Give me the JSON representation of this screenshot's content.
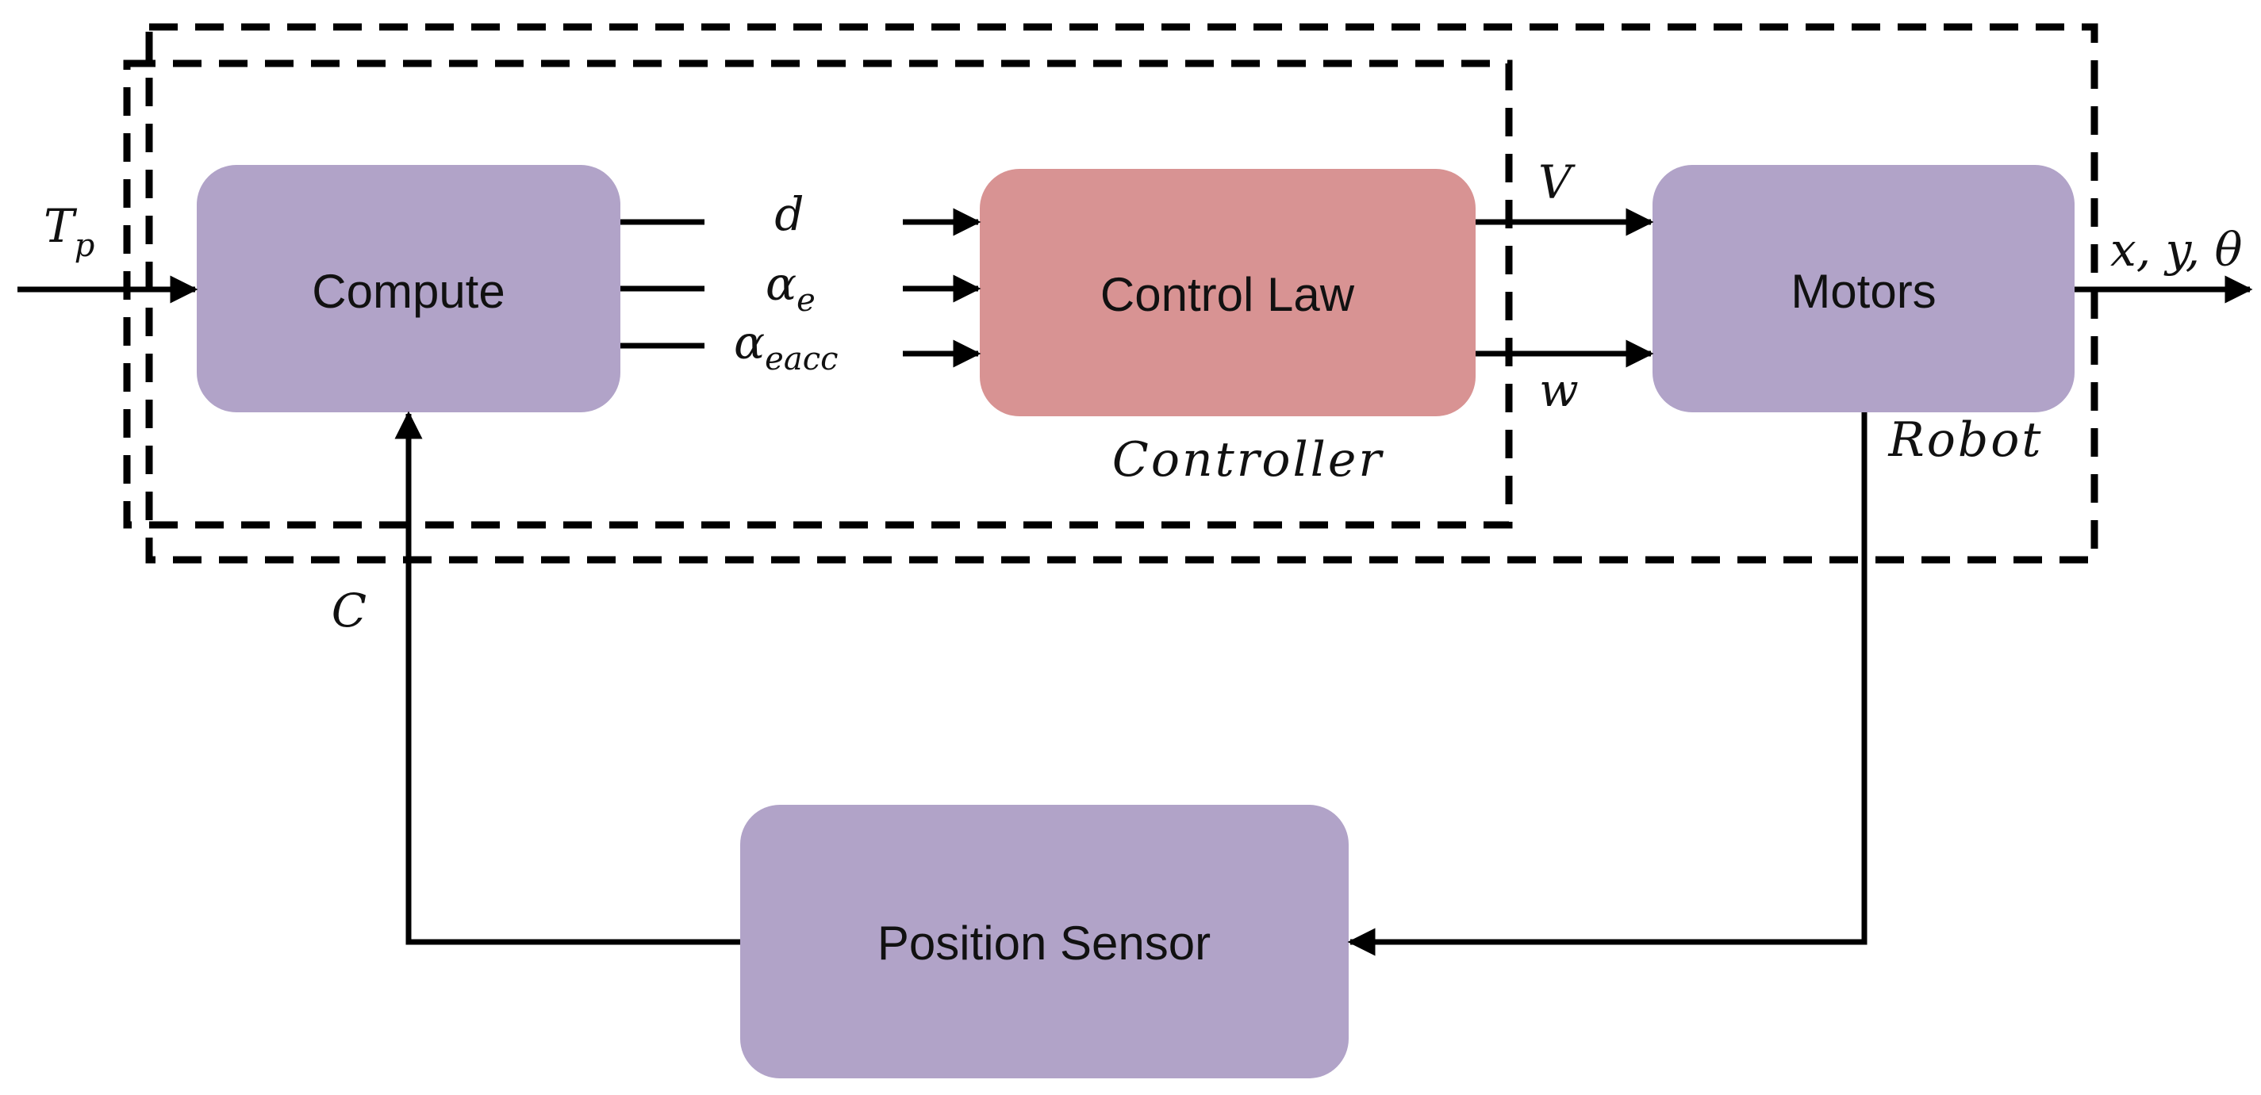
{
  "colors": {
    "block_purple": "#b1a3c8",
    "block_red": "#d89393",
    "line": "#000000",
    "background": "#ffffff"
  },
  "blocks": {
    "compute": "Compute",
    "control_law": "Control Law",
    "motors": "Motors",
    "position_sensor": "Position Sensor"
  },
  "groups": {
    "controller": "Controller",
    "robot": "Robot"
  },
  "signals": {
    "input": {
      "main": "T",
      "sub": "p"
    },
    "d": "d",
    "alpha_e": {
      "main": "α",
      "sub": "e"
    },
    "alpha_eacc": {
      "main": "α",
      "sub": "eacc"
    },
    "v": "V",
    "w": "w",
    "output": "x, y, θ",
    "feedback": "C"
  }
}
